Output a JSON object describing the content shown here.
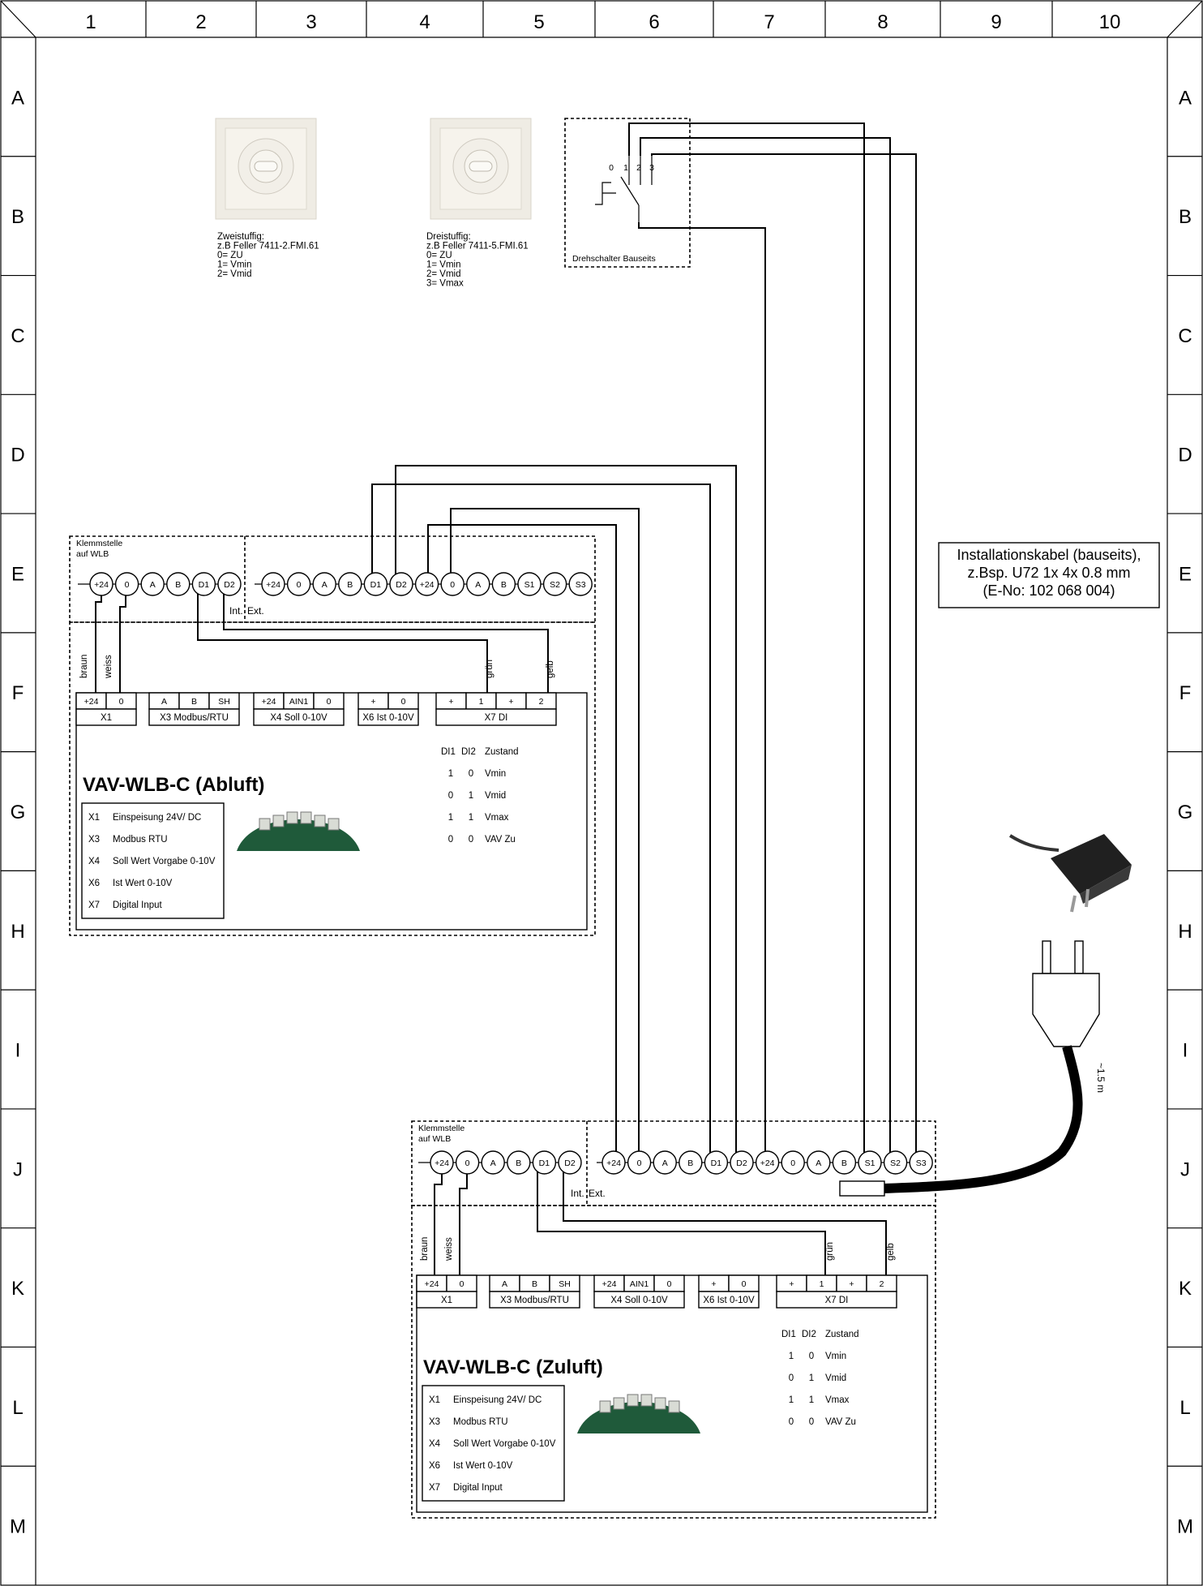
{
  "frame": {
    "columns": [
      "1",
      "2",
      "3",
      "4",
      "5",
      "6",
      "7",
      "8",
      "9",
      "10"
    ],
    "rows": [
      "A",
      "B",
      "C",
      "D",
      "E",
      "F",
      "G",
      "H",
      "I",
      "J",
      "K",
      "L",
      "M"
    ]
  },
  "switch_zweistufig": {
    "lines": [
      "Zweistuffig:",
      "z.B Feller  7411-2.FMI.61",
      "0= ZU",
      "1= Vmin",
      "2= Vmid"
    ]
  },
  "switch_dreistufig": {
    "lines": [
      "Dreistuffig:",
      "z.B Feller  7411-5.FMI.61",
      "0= ZU",
      "1= Vmin",
      "2= Vmid",
      "3= Vmax"
    ]
  },
  "drehschalter": {
    "label": "Drehschalter Bauseits",
    "positions": [
      "0",
      "1",
      "2",
      "3"
    ]
  },
  "cable_note": {
    "lines": [
      "Installationskabel (bauseits),",
      "z.Bsp. U72 1x 4x 0.8 mm",
      "(E-No: 102 068 004)"
    ]
  },
  "cable_length": "~1.5 m",
  "terminal_strip": {
    "title_lines": [
      "Klemmstelle",
      "auf WLB"
    ],
    "int_terminals": [
      "+24",
      "0",
      "A",
      "B",
      "D1",
      "D2"
    ],
    "ext_terminals": [
      "+24",
      "0",
      "A",
      "B",
      "D1",
      "D2",
      "+24",
      "0",
      "A",
      "B",
      "S1",
      "S2",
      "S3"
    ],
    "int_label": "Int.",
    "ext_label": "Ext."
  },
  "wire_labels": {
    "braun": "braun",
    "weiss": "weiss",
    "gruen": "grün",
    "gelb": "gelb"
  },
  "controller": {
    "x1": {
      "pins": [
        "+24",
        "0"
      ],
      "name": "X1"
    },
    "x3": {
      "pins": [
        "A",
        "B",
        "SH"
      ],
      "name": "X3 Modbus/RTU"
    },
    "x4": {
      "pins": [
        "+24",
        "AIN1",
        "0"
      ],
      "name": "X4 Soll 0-10V"
    },
    "x6": {
      "pins": [
        "+",
        "0"
      ],
      "name": "X6 Ist 0-10V"
    },
    "x7": {
      "pins": [
        "+",
        "1",
        "+",
        "2"
      ],
      "name": "X7 DI"
    },
    "truth_header": [
      "DI1",
      "DI2",
      "Zustand"
    ],
    "truth_rows": [
      [
        "1",
        "0",
        "Vmin"
      ],
      [
        "0",
        "1",
        "Vmid"
      ],
      [
        "1",
        "1",
        "Vmax"
      ],
      [
        "0",
        "0",
        "VAV Zu"
      ]
    ]
  },
  "abluft": {
    "title": "VAV-WLB-C (Abluft)",
    "legend": [
      [
        "X1",
        "Einspeisung 24V/ DC"
      ],
      [
        "X3",
        "Modbus RTU"
      ],
      [
        "X4",
        "Soll Wert Vorgabe 0-10V"
      ],
      [
        "X6",
        "Ist Wert  0-10V"
      ],
      [
        "X7",
        "Digital Input"
      ]
    ]
  },
  "zuluft": {
    "title": "VAV-WLB-C (Zuluft)",
    "legend": [
      [
        "X1",
        "Einspeisung 24V/ DC"
      ],
      [
        "X3",
        "Modbus RTU"
      ],
      [
        "X4",
        "Soll Wert Vorgabe 0-10V"
      ],
      [
        "X6",
        "Ist Wert 0-10V"
      ],
      [
        "X7",
        "Digital Input"
      ]
    ]
  }
}
